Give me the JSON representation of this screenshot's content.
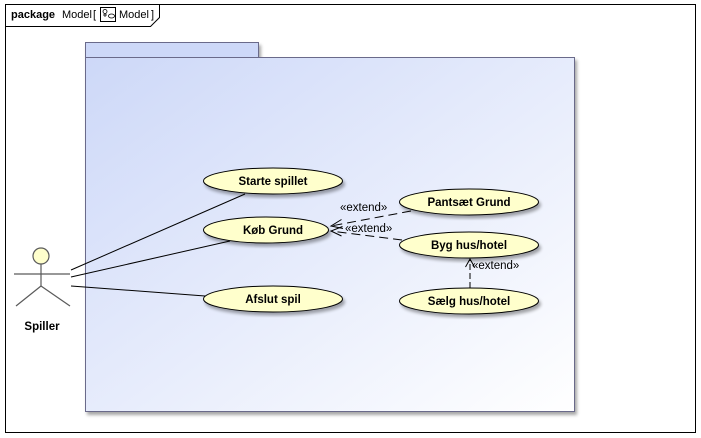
{
  "frame": {
    "keyword": "package",
    "name": "Model",
    "bracket_open": "[",
    "diagram_icon": "use-case-diagram-icon",
    "diagram_name": "Model",
    "bracket_close": "]"
  },
  "package": {
    "fill_top": "#ffffff",
    "fill_gradient_start": "#cdd8f8",
    "fill_gradient_end": "#ffffff",
    "tab_fill": "#cdd8f8"
  },
  "actor": {
    "name": "Spiller"
  },
  "use_cases": {
    "starte_spillet": "Starte spillet",
    "koeb_grund": "Køb Grund",
    "afslut_spil": "Afslut spil",
    "pantsaet_grund": "Pantsæt Grund",
    "byg_hus_hotel": "Byg hus/hotel",
    "saelg_hus_hotel": "Sælg hus/hotel"
  },
  "relations": {
    "extend_pantsaet": "«extend»",
    "extend_byg": "«extend»",
    "extend_saelg": "«extend»"
  },
  "colors": {
    "use_case_fill": "#ffffcc",
    "line": "#000000",
    "actor_head": "#ffffcc"
  }
}
